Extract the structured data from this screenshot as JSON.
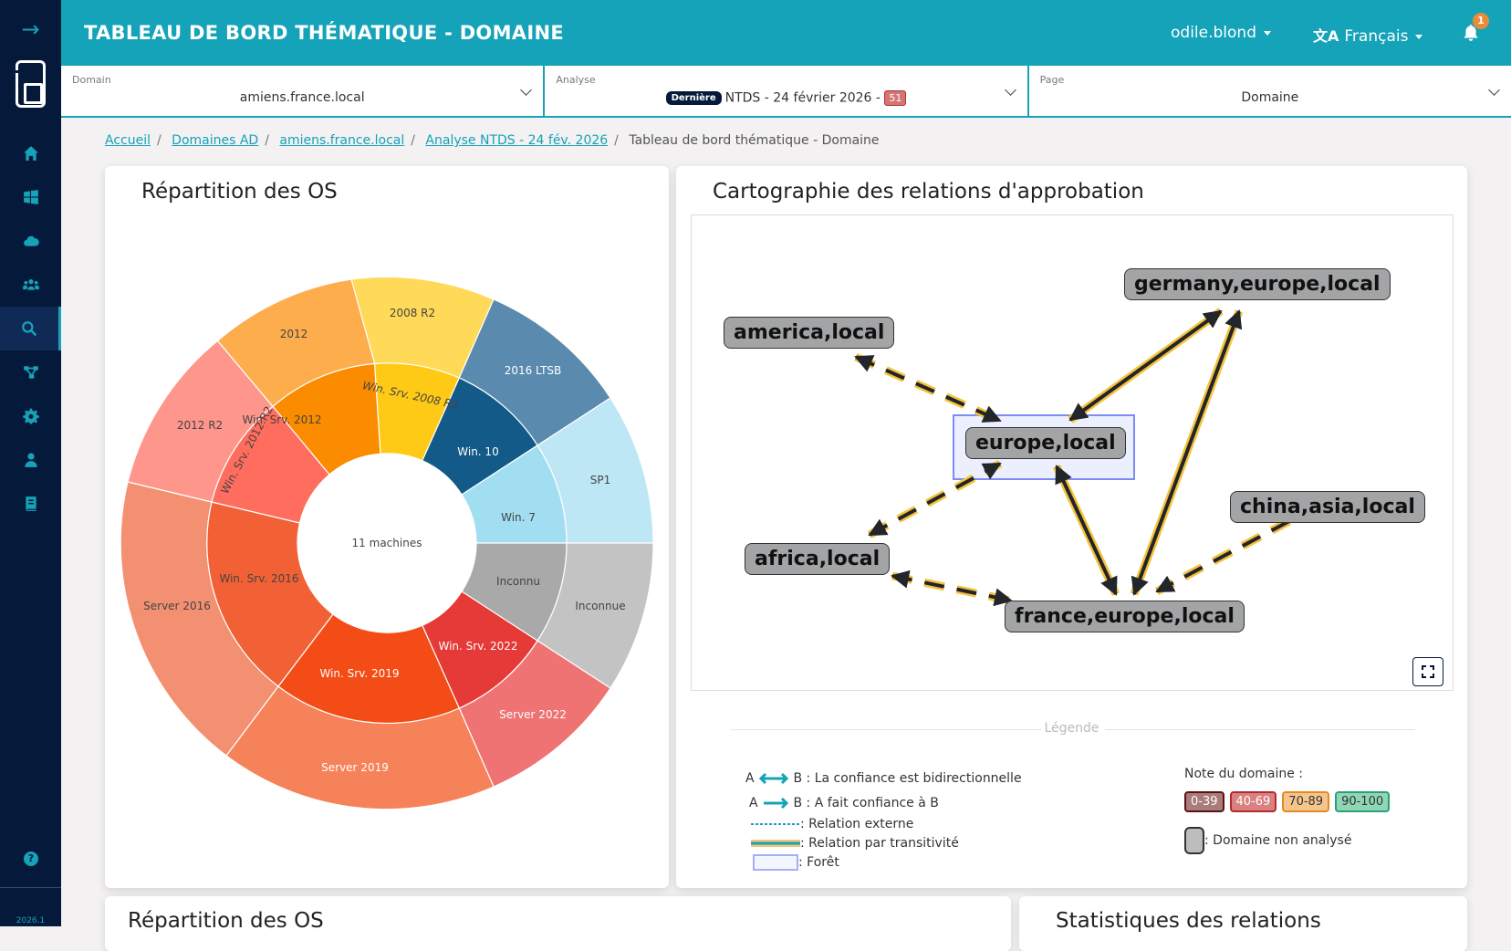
{
  "app": {
    "title": "TABLEAU DE BORD THÉMATIQUE - DOMAINE",
    "user": "odile.blond",
    "language": "Français",
    "notifications_count": "1",
    "version": "2026.1",
    "brand_color": "#14a3b8",
    "sidebar_color": "#051a3a"
  },
  "sidebar": {
    "items": [
      {
        "name": "home",
        "icon": "home-icon"
      },
      {
        "name": "windows",
        "icon": "windows-icon"
      },
      {
        "name": "cloud",
        "icon": "cloud-icon"
      },
      {
        "name": "users",
        "icon": "users-icon"
      },
      {
        "name": "search",
        "icon": "search-icon",
        "active": true
      },
      {
        "name": "graph",
        "icon": "graph-icon"
      },
      {
        "name": "settings",
        "icon": "gear-icon"
      },
      {
        "name": "user",
        "icon": "user-icon"
      },
      {
        "name": "docs",
        "icon": "book-icon"
      }
    ],
    "help_glyph": "?"
  },
  "selectors": {
    "domain": {
      "label": "Domain",
      "value": "amiens.france.local"
    },
    "analyse": {
      "label": "Analyse",
      "badge": "Dernière",
      "value": "NTDS - 24 février 2026 -",
      "score": "51"
    },
    "page": {
      "label": "Page",
      "value": "Domaine"
    }
  },
  "breadcrumb": {
    "items": [
      "Accueil",
      "Domaines AD",
      "amiens.france.local",
      "Analyse NTDS - 24 fév. 2026"
    ],
    "current": "Tableau de bord thématique - Domaine",
    "separator": "/"
  },
  "os_card": {
    "title": "Répartition des OS",
    "center_label": "11 machines"
  },
  "trust_card": {
    "title": "Cartographie des relations d'approbation",
    "nodes": [
      {
        "id": "america",
        "label": "america,local"
      },
      {
        "id": "germany",
        "label": "germany,europe,local"
      },
      {
        "id": "europe",
        "label": "europe,local"
      },
      {
        "id": "china",
        "label": "china,asia,local"
      },
      {
        "id": "africa",
        "label": "africa,local"
      },
      {
        "id": "france",
        "label": "france,europe,local"
      }
    ],
    "legend": {
      "title": "Légende",
      "a": "A",
      "b": "B",
      "bidirectional": ": La confiance est bidirectionnelle",
      "oneway": ": A fait confiance à B",
      "external": ": Relation externe",
      "transitive": ": Relation par transitivité",
      "forest": ": Forêt",
      "score_title": "Note du domaine :",
      "scores": [
        {
          "label": "0-39",
          "bg": "#a97b7b",
          "border": "#5a1212"
        },
        {
          "label": "40-69",
          "bg": "#d98080",
          "border": "#b52a2a"
        },
        {
          "label": "70-89",
          "bg": "#f5c58e",
          "border": "#e68a1f",
          "color": "#333"
        },
        {
          "label": "90-100",
          "bg": "#8fd6b6",
          "border": "#2aa278",
          "color": "#333"
        }
      ],
      "not_analyzed": ": Domaine non analysé"
    }
  },
  "bottom_cards": {
    "left_title": "Répartition des OS",
    "right_title": "Statistiques des relations"
  },
  "chart_data": {
    "type": "sunburst",
    "title": "Répartition des OS",
    "center": "11 machines",
    "inner": [
      {
        "label": "Win. Srv. 2012",
        "color": "#fb8c00"
      },
      {
        "label": "Win. Srv. 2008 R2",
        "color": "#ffca16"
      },
      {
        "label": "Win. 10",
        "color": "#135a88"
      },
      {
        "label": "Win. 7",
        "color": "#a2def2"
      },
      {
        "label": "Inconnu",
        "color": "#a9a9a9"
      },
      {
        "label": "Win. Srv. 2022",
        "color": "#e53a37"
      },
      {
        "label": "Win. Srv. 2019",
        "color": "#f44c16"
      },
      {
        "label": "Win. Srv. 2016",
        "color": "#f26135"
      },
      {
        "label": "Win. Srv. 2012 R2",
        "color": "#ff6d5e"
      }
    ],
    "outer": [
      {
        "label": "2012",
        "parent": "Win. Srv. 2012",
        "color": "#fdad4c"
      },
      {
        "label": "2008 R2",
        "parent": "Win. Srv. 2008 R2",
        "color": "#ffd958"
      },
      {
        "label": "2016 LTSB",
        "parent": "Win. 10",
        "color": "#5a8aad"
      },
      {
        "label": "SP1",
        "parent": "Win. 7",
        "color": "#bde7f5"
      },
      {
        "label": "Inconnue",
        "parent": "Inconnu",
        "color": "#c3c3c3"
      },
      {
        "label": "Server 2022",
        "parent": "Win. Srv. 2022",
        "color": "#ee7372"
      },
      {
        "label": "Server 2019",
        "parent": "Win. Srv. 2019",
        "color": "#f68259"
      },
      {
        "label": "Server 2016",
        "parent": "Win. Srv. 2016",
        "color": "#f49072"
      },
      {
        "label": "2012 R2",
        "parent": "Win. Srv. 2012 R2",
        "color": "#ff968c"
      }
    ]
  }
}
